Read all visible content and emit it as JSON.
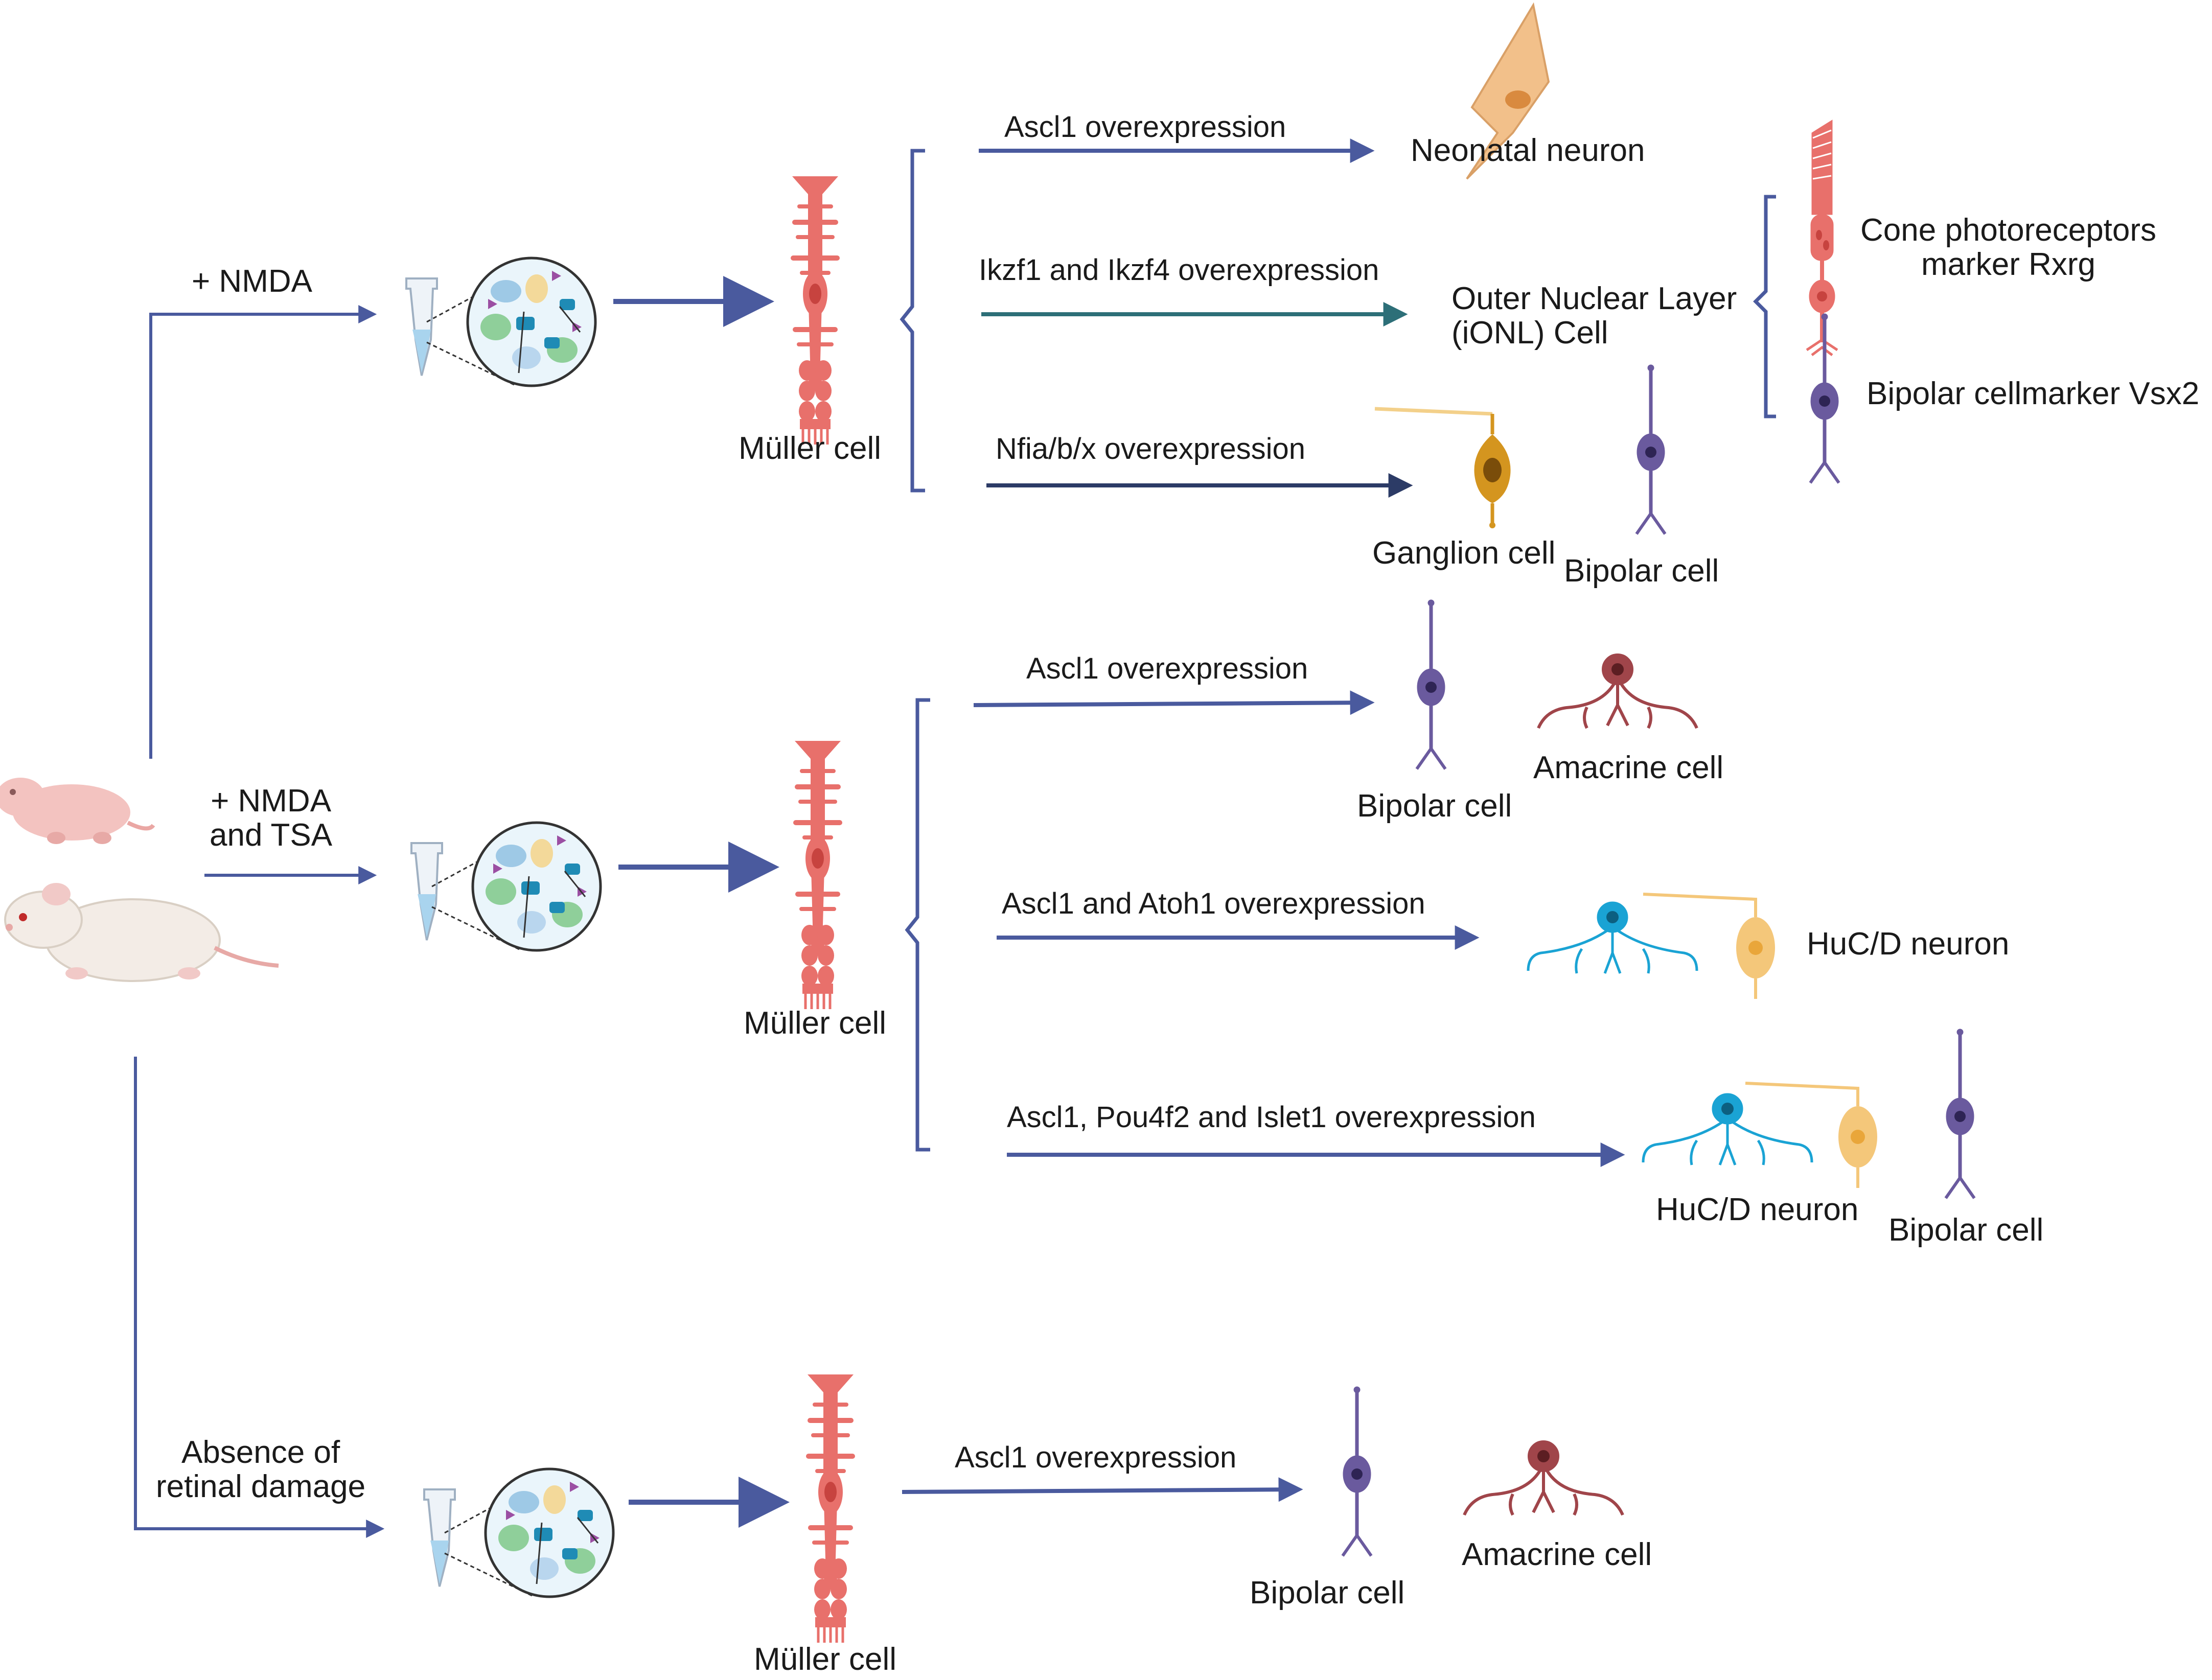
{
  "conditions": {
    "nmda": "+ NMDA",
    "nmda_tsa": [
      "+ NMDA",
      "and TSA"
    ],
    "no_damage": [
      "Absence of",
      "retinal damage"
    ]
  },
  "muller_label": "Müller cell",
  "branch1": {
    "ascl1": "Ascl1 overexpression",
    "ikzf": "Ikzf1 and Ikzf4 overexpression",
    "nfia": "Nfia/b/x overexpression",
    "neonatal": "Neonatal neuron",
    "onl": [
      "Outer Nuclear Layer",
      "(iONL) Cell"
    ],
    "cone": [
      "Cone photoreceptors",
      "marker Rxrg"
    ],
    "bipolar_vsx2": "Bipolar cellmarker Vsx2",
    "ganglion": "Ganglion cell",
    "bipolar": "Bipolar cell"
  },
  "branch2": {
    "ascl1": "Ascl1 overexpression",
    "ascl1_atoh1": "Ascl1 and Atoh1 overexpression",
    "ascl1_pou": "Ascl1, Pou4f2 and Islet1 overexpression",
    "bipolar": "Bipolar cell",
    "amacrine": "Amacrine cell",
    "huc_d_1": "HuC/D neuron",
    "huc_d_2": "HuC/D neuron",
    "bipolar_2": "Bipolar cell"
  },
  "branch3": {
    "ascl1": "Ascl1 overexpression",
    "bipolar": "Bipolar cell",
    "amacrine": "Amacrine cell"
  },
  "colors": {
    "arrow": "#4a5a9e",
    "arrow_teal": "#2d6f78",
    "arrow_dark": "#2c3b66",
    "muller": "#e8706b",
    "bipolar": "#6a5a9e",
    "amacrine": "#a0454a",
    "ganglion": "#d4951f",
    "huc_yellow": "#f4c77a",
    "huc_blue": "#1aa3d4",
    "neonatal": "#f2c08a"
  }
}
